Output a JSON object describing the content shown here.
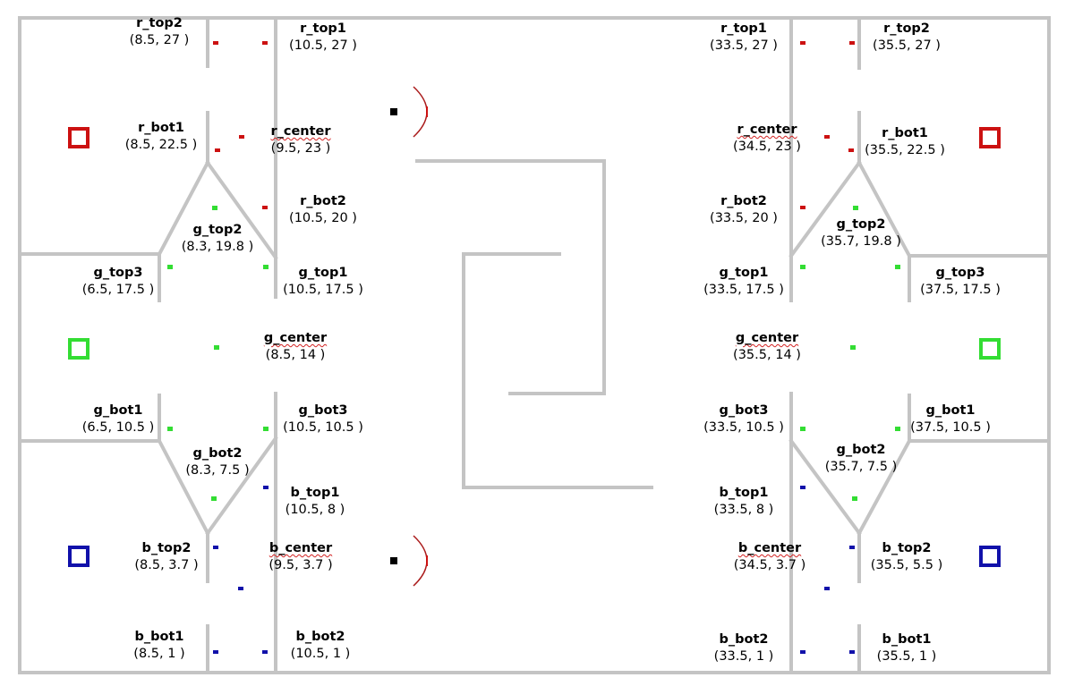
{
  "colors": {
    "red": "#cc1111",
    "green": "#33dd33",
    "blue": "#1111aa",
    "wall": "#c4c4c4",
    "robot": "#000000",
    "squiggle": "#d22222"
  },
  "points": [
    {
      "id": "L-r_top2",
      "name": "r_top2",
      "coords": "(8.5, 27 )",
      "color": "red"
    },
    {
      "id": "L-r_top1",
      "name": "r_top1",
      "coords": "(10.5, 27 )",
      "color": "red"
    },
    {
      "id": "L-r_bot1",
      "name": "r_bot1",
      "coords": "(8.5, 22.5 )",
      "color": "red"
    },
    {
      "id": "L-r_center",
      "name": "r_center",
      "coords": "(9.5, 23 )",
      "color": "red",
      "squiggle": true
    },
    {
      "id": "L-r_bot2",
      "name": "r_bot2",
      "coords": "(10.5, 20 )",
      "color": "red"
    },
    {
      "id": "L-g_top2",
      "name": "g_top2",
      "coords": "(8.3, 19.8 )",
      "color": "green"
    },
    {
      "id": "L-g_top3",
      "name": "g_top3",
      "coords": "(6.5, 17.5 )",
      "color": "green"
    },
    {
      "id": "L-g_top1",
      "name": "g_top1",
      "coords": "(10.5, 17.5 )",
      "color": "green"
    },
    {
      "id": "L-g_center",
      "name": "g_center",
      "coords": "(8.5, 14 )",
      "color": "green",
      "squiggle": true
    },
    {
      "id": "L-g_bot1",
      "name": "g_bot1",
      "coords": "(6.5, 10.5 )",
      "color": "green"
    },
    {
      "id": "L-g_bot3",
      "name": "g_bot3",
      "coords": "(10.5, 10.5 )",
      "color": "green"
    },
    {
      "id": "L-g_bot2",
      "name": "g_bot2",
      "coords": "(8.3, 7.5 )",
      "color": "green"
    },
    {
      "id": "L-b_top1",
      "name": "b_top1",
      "coords": "(10.5, 8 )",
      "color": "blue"
    },
    {
      "id": "L-b_top2",
      "name": "b_top2",
      "coords": "(8.5, 3.7 )",
      "color": "blue"
    },
    {
      "id": "L-b_center",
      "name": "b_center",
      "coords": "(9.5, 3.7 )",
      "color": "blue",
      "squiggle": true
    },
    {
      "id": "L-b_bot1",
      "name": "b_bot1",
      "coords": "(8.5, 1 )",
      "color": "blue"
    },
    {
      "id": "L-b_bot2",
      "name": "b_bot2",
      "coords": "(10.5, 1 )",
      "color": "blue"
    },
    {
      "id": "R-r_top1",
      "name": "r_top1",
      "coords": "(33.5, 27 )",
      "color": "red"
    },
    {
      "id": "R-r_top2",
      "name": "r_top2",
      "coords": "(35.5, 27 )",
      "color": "red"
    },
    {
      "id": "R-r_center",
      "name": "r_center",
      "coords": "(34.5, 23 )",
      "color": "red",
      "squiggle": true
    },
    {
      "id": "R-r_bot1",
      "name": "r_bot1",
      "coords": "(35.5, 22.5 )",
      "color": "red"
    },
    {
      "id": "R-r_bot2",
      "name": "r_bot2",
      "coords": "(33.5, 20 )",
      "color": "red"
    },
    {
      "id": "R-g_top2",
      "name": "g_top2",
      "coords": "(35.7, 19.8 )",
      "color": "green"
    },
    {
      "id": "R-g_top1",
      "name": "g_top1",
      "coords": "(33.5, 17.5 )",
      "color": "green"
    },
    {
      "id": "R-g_top3",
      "name": "g_top3",
      "coords": "(37.5, 17.5 )",
      "color": "green"
    },
    {
      "id": "R-g_center",
      "name": "g_center",
      "coords": "(35.5, 14 )",
      "color": "green",
      "squiggle": true
    },
    {
      "id": "R-g_bot3",
      "name": "g_bot3",
      "coords": "(33.5, 10.5 )",
      "color": "green"
    },
    {
      "id": "R-g_bot1",
      "name": "g_bot1",
      "coords": "(37.5, 10.5 )",
      "color": "green"
    },
    {
      "id": "R-g_bot2",
      "name": "g_bot2",
      "coords": "(35.7, 7.5 )",
      "color": "green"
    },
    {
      "id": "R-b_top1",
      "name": "b_top1",
      "coords": "(33.5, 8 )",
      "color": "blue"
    },
    {
      "id": "R-b_center",
      "name": "b_center",
      "coords": "(34.5, 3.7 )",
      "color": "blue",
      "squiggle": true
    },
    {
      "id": "R-b_top2",
      "name": "b_top2",
      "coords": "(35.5, 5.5 )",
      "color": "blue"
    },
    {
      "id": "R-b_bot2",
      "name": "b_bot2",
      "coords": "(33.5, 1 )",
      "color": "blue"
    },
    {
      "id": "R-b_bot1",
      "name": "b_bot1",
      "coords": "(35.5, 1 )",
      "color": "blue"
    }
  ],
  "bases": [
    {
      "id": "base-left-red",
      "color": "red"
    },
    {
      "id": "base-left-green",
      "color": "green"
    },
    {
      "id": "base-left-blue",
      "color": "blue"
    },
    {
      "id": "base-right-red",
      "color": "red"
    },
    {
      "id": "base-right-green",
      "color": "green"
    },
    {
      "id": "base-right-blue",
      "color": "blue"
    }
  ]
}
